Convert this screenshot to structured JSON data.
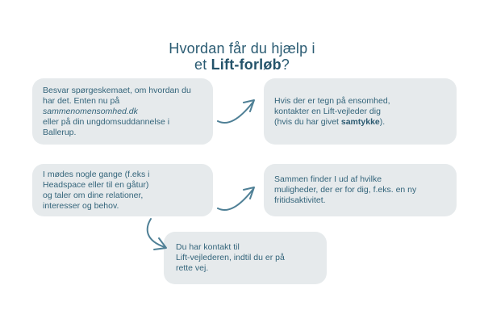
{
  "title": {
    "line1": "Hvordan får du hjælp i",
    "line2_pre": "et ",
    "line2_bold": "Lift-forløb",
    "line2_post": "?"
  },
  "steps": {
    "step1": {
      "line1": "Besvar spørgeskemaet, om hvordan du",
      "line2": "har det. Enten nu på",
      "line3_italic": "sammenomensomhed.dk",
      "line4": "eller på din ungdomsuddannelse i",
      "line5": "Ballerup."
    },
    "step2": {
      "line1": "Hvis der er tegn på ensomhed,",
      "line2": "kontakter en Lift-vejleder dig",
      "line3_pre": "(hvis du har givet ",
      "line3_bold": "samtykke",
      "line3_post": ")."
    },
    "step3": {
      "line1": "I mødes nogle gange (f.eks i",
      "line2": "Headspace eller til en gåtur)",
      "line3": "og taler om dine relationer,",
      "line4": "interesser og behov."
    },
    "step4": {
      "line1": "Sammen finder I ud af hvilke",
      "line2": "muligheder, der er for dig, f.eks. en ny",
      "line3": "fritidsaktivitet."
    },
    "step5": {
      "line1": "Du har kontakt til",
      "line2": "Lift-vejlederen, indtil du er på",
      "line3": "rette vej."
    }
  },
  "icons": {
    "arrow1": "curved-arrow-up-right",
    "arrow2": "curved-arrow-up-right",
    "arrow3": "curved-arrow-down-right"
  },
  "colors": {
    "background": "#ffffff",
    "box_fill": "#e6eaec",
    "title_text": "#2a5b72",
    "body_text": "#33647a",
    "arrow": "#4f8096"
  }
}
